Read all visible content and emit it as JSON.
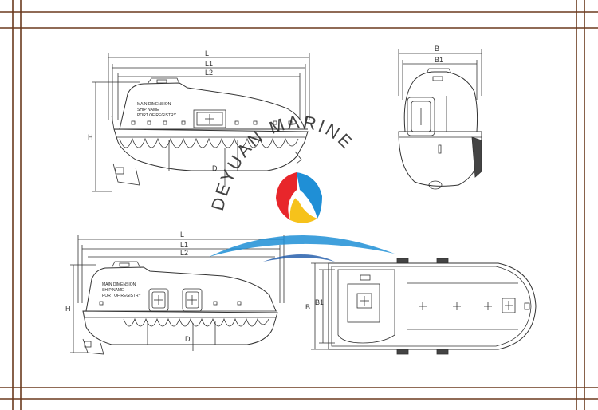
{
  "drawings": {
    "side_top": {
      "labels": {
        "L": "L",
        "L1": "L1",
        "L2": "L2",
        "H": "H",
        "D": "D"
      },
      "hull_text": [
        "MAIN DIMENSION",
        "SHIP NAME",
        "PORT OF REGISTRY"
      ]
    },
    "front": {
      "labels": {
        "B": "B",
        "B1": "B1"
      }
    },
    "side_bottom": {
      "labels": {
        "L": "L",
        "L1": "L1",
        "L2": "L2",
        "H": "H",
        "D": "D"
      },
      "hull_text": [
        "MAIN DIMENSION",
        "SHIP NAME",
        "PORT OF REGISTRY"
      ]
    },
    "plan": {
      "labels": {
        "B": "B",
        "B1": "B1"
      }
    }
  },
  "watermark": {
    "text": "DEYUAN MARINE",
    "colors": {
      "red": "#e8262b",
      "yellow": "#f6c21b",
      "blue": "#1f8fd6",
      "navy": "#1a56a8"
    }
  },
  "frame_color": "#6b3a1e"
}
